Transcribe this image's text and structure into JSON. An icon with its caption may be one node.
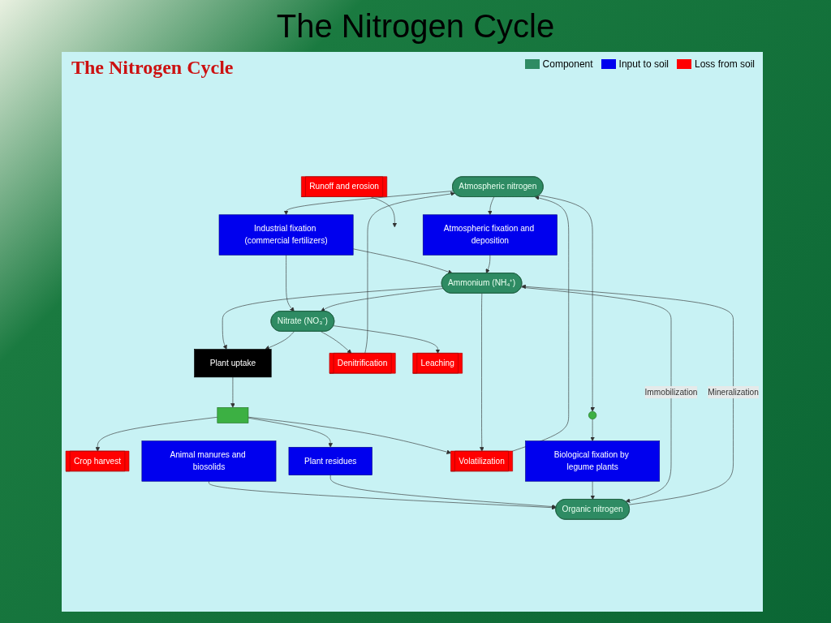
{
  "diagram": {
    "title": "The Nitrogen Cycle",
    "nodes": [
      {
        "text": [
          "Atmospheric nitrogen"
        ]
      },
      {
        "text": [
          "Atmospheric fixation and deposition"
        ]
      },
      {
        "text": [
          "Crop harvest"
        ]
      },
      {
        "text": [
          "Industrial fixation (commercial fertilizers)"
        ]
      },
      {
        "text": [
          "Animal manures and biosolids"
        ]
      },
      {
        "text": [
          "Plant residues"
        ]
      },
      {
        "text": [
          "Volatilization"
        ]
      },
      {
        "text": [
          "Runoff and erosion"
        ]
      },
      {
        "text": [
          "Biological fixation by legume plants"
        ]
      },
      {
        "text": [
          "Plant uptake"
        ]
      },
      {
        "text": [
          "Denitrification"
        ]
      },
      {
        "text": [
          "Organic nitrogen"
        ]
      },
      {
        "text": [
          "Ammonium (NH₄⁺)"
        ]
      },
      {
        "text": [
          "Nitrate (NO₃⁻)"
        ]
      },
      {
        "text": [
          "Leaching"
        ]
      },
      {
        "text": [],
        "shape": "circle"
      },
      {
        "text": [],
        "shape": "box"
      }
    ],
    "edges": [
      {
        "from": 0,
        "to": 1,
        "arrow": "to"
      },
      {
        "from": 0,
        "to": 15,
        "arrow": "to"
      },
      {
        "from": 0,
        "to": 3,
        "arrow": "to"
      },
      {
        "from": 10,
        "to": 0,
        "arrow": "to"
      },
      {
        "from": 6,
        "to": 0,
        "arrow": "to"
      },
      {
        "from": 16,
        "to": 2,
        "arrow": "to"
      },
      {
        "from": 16,
        "to": 5,
        "arrow": "to"
      },
      {
        "from": 16,
        "to": 6,
        "arrow": "to"
      },
      {
        "from": 12,
        "to": 6,
        "arrow": "to"
      },
      {
        "from": 3,
        "to": 12,
        "arrow": "to"
      },
      {
        "from": 3,
        "to": 13,
        "arrow": "to"
      },
      {
        "from": 1,
        "to": 12,
        "arrow": "to"
      },
      {
        "from": 4,
        "to": 11,
        "arrow": "to"
      },
      {
        "from": 15,
        "to": 8,
        "arrow": "to"
      },
      {
        "from": 5,
        "to": 11,
        "arrow": "to"
      },
      {
        "from": 8,
        "to": 11,
        "arrow": "to"
      },
      {
        "from": 12,
        "to": 11,
        "label": "Immobilization",
        "arrow": "to"
      },
      {
        "from": 11,
        "to": 12,
        "label": "Mineralization",
        "arrow": "to"
      },
      {
        "from": 12,
        "to": 9,
        "arrow": "to"
      },
      {
        "from": 13,
        "to": 9,
        "arrow": "to"
      },
      {
        "from": 9,
        "to": 16,
        "arrow": "to"
      },
      {
        "from": 12,
        "to": 13,
        "arrow": "to"
      },
      {
        "from": 13,
        "to": 10,
        "arrow": "to"
      },
      {
        "from": 13,
        "to": 14,
        "arrow": "to"
      },
      {
        "from": 7,
        "to": null,
        "arrow": "to"
      }
    ],
    "labels": [
      "The Nitrogen Cycle"
    ],
    "legend": [
      {
        "text": "Component",
        "color": "#2e8b63"
      },
      {
        "text": "Input to soil",
        "color": "#0000ee"
      },
      {
        "text": "Loss from soil",
        "color": "#ff0000"
      }
    ]
  }
}
